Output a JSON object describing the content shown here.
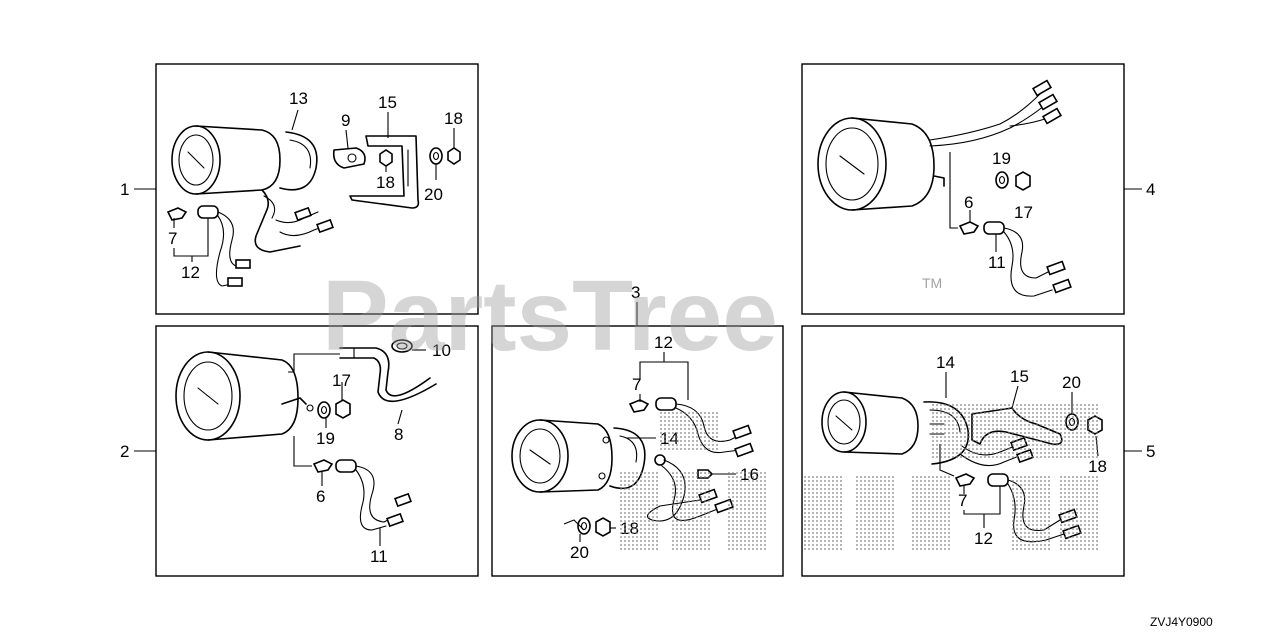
{
  "watermark": {
    "brand": "PartsTree",
    "trademark": "TM"
  },
  "diagram_code": "ZVJ4Y0900",
  "panels": [
    {
      "callout": "1",
      "labels": [
        "13",
        "9",
        "15",
        "18",
        "18",
        "20",
        "7",
        "12"
      ]
    },
    {
      "callout": "2",
      "labels": [
        "10",
        "17",
        "19",
        "8",
        "6",
        "11"
      ]
    },
    {
      "callout": "3",
      "labels": [
        "12",
        "7",
        "14",
        "16",
        "18",
        "20"
      ]
    },
    {
      "callout": "4",
      "labels": [
        "19",
        "17",
        "6",
        "11"
      ]
    },
    {
      "callout": "5",
      "labels": [
        "14",
        "15",
        "20",
        "18",
        "7",
        "12"
      ]
    }
  ],
  "colors": {
    "line": "#000000",
    "watermark": "#9a9a9a"
  }
}
